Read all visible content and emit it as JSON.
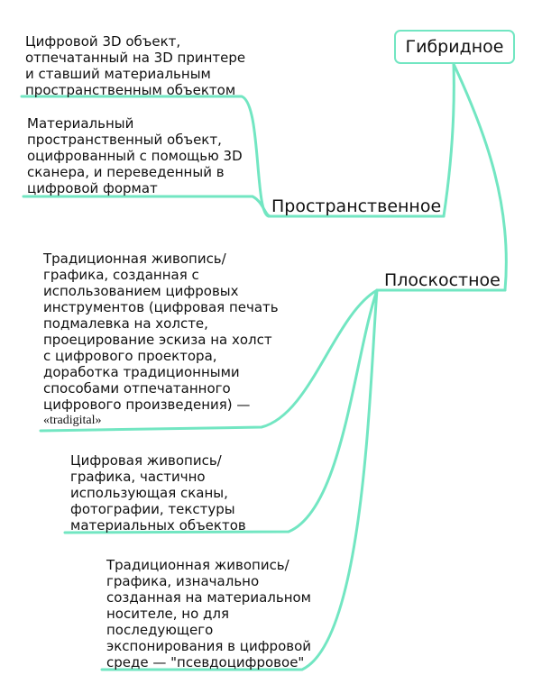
{
  "colors": {
    "connector": "#72e6c2",
    "text": "#111111",
    "background": "#ffffff"
  },
  "root": {
    "label": "Гибридное"
  },
  "branches": [
    {
      "label": "Пространственное",
      "children": [
        {
          "lines": [
            "Цифровой 3D объект,",
            "отпечатанный на 3D принтере",
            "и ставший материальным",
            "пространственным объектом"
          ]
        },
        {
          "lines": [
            "Материальный",
            "пространственный объект,",
            "оцифрованный с помощью 3D",
            "сканера, и переведенный в",
            "цифровой формат"
          ]
        }
      ]
    },
    {
      "label": "Плоскостное",
      "children": [
        {
          "lines": [
            "Традиционная живопись/",
            "графика, созданная с",
            "использованием цифровых",
            "инструментов (цифровая печать",
            "подмалевка на холсте,",
            "проецирование эскиза на холст",
            "с цифрового проектора,",
            "доработка традиционными",
            "способами отпечатанного",
            "цифрового произведения) —",
            "«tradigital»"
          ]
        },
        {
          "lines": [
            "Цифровая живопись/",
            "графика, частично",
            "использующая сканы,",
            "фотографии, текстуры",
            "материальных объектов"
          ]
        },
        {
          "lines": [
            "Традиционная живопись/",
            "графика, изначально",
            "созданная на материальном",
            "носителе, но для",
            "последующего",
            "экспонирования в цифровой",
            "среде — \"псевдоцифровое\""
          ]
        }
      ]
    }
  ]
}
